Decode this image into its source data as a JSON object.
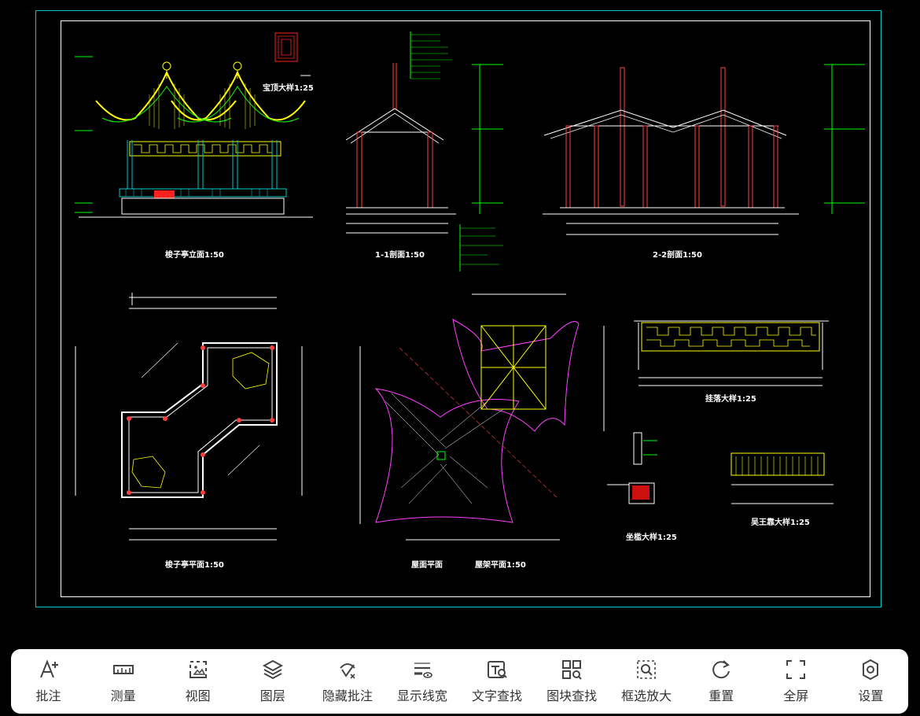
{
  "drawing": {
    "labels": {
      "elevation": "梭子亭立面1:50",
      "section_1": "1-1剖面1:50",
      "section_2": "2-2剖面1:50",
      "plan": "梭子亭平面1:50",
      "roof_plan": "屋面平面",
      "roof_frame": "屋架平面1:50",
      "finial": "宝顶大样1:25",
      "hanging_fascia": "挂落大样1:25",
      "seat_detail": "坐槛大样1:25",
      "railing_detail": "吴王靠大样1:25"
    }
  },
  "toolbar": {
    "items": [
      {
        "id": "annotate",
        "label": "批注",
        "icon": "annotate-icon"
      },
      {
        "id": "measure",
        "label": "测量",
        "icon": "ruler-icon"
      },
      {
        "id": "view",
        "label": "视图",
        "icon": "view-icon"
      },
      {
        "id": "layers",
        "label": "图层",
        "icon": "layers-icon"
      },
      {
        "id": "hide_annotations",
        "label": "隐藏批注",
        "icon": "hide-annotation-icon"
      },
      {
        "id": "show_lineweight",
        "label": "显示线宽",
        "icon": "lineweight-icon"
      },
      {
        "id": "text_search",
        "label": "文字查找",
        "icon": "text-search-icon"
      },
      {
        "id": "block_search",
        "label": "图块查找",
        "icon": "block-search-icon"
      },
      {
        "id": "zoom_window",
        "label": "框选放大",
        "icon": "zoom-window-icon"
      },
      {
        "id": "reset",
        "label": "重置",
        "icon": "reset-icon"
      },
      {
        "id": "fullscreen",
        "label": "全屏",
        "icon": "fullscreen-icon"
      },
      {
        "id": "settings",
        "label": "设置",
        "icon": "gear-icon"
      }
    ]
  }
}
